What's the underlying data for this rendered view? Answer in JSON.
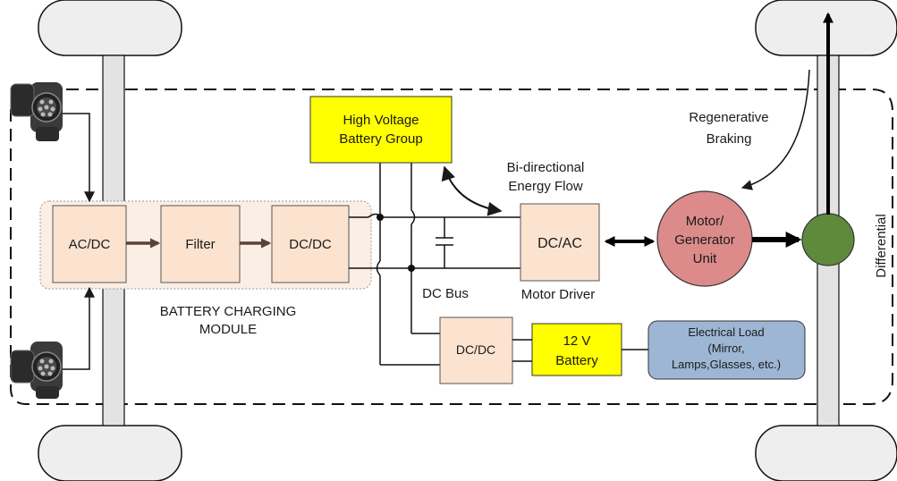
{
  "blocks": {
    "acdc": "AC/DC",
    "filter": "Filter",
    "dcdc_charger": "DC/DC",
    "hv_battery_line1": "High Voltage",
    "hv_battery_line2": "Battery Group",
    "dcac": "DC/AC",
    "motor_line1": "Motor/",
    "motor_line2": "Generator",
    "motor_line3": "Unit",
    "dcdc_aux": "DC/DC",
    "battery12_line1": "12 V",
    "battery12_line2": "Battery",
    "load_line1": "Electrical Load",
    "load_line2": "(Mirror,",
    "load_line3": "Lamps,Glasses, etc.)"
  },
  "labels": {
    "module_line1": "BATTERY CHARGING",
    "module_line2": "MODULE",
    "bidirectional_line1": "Bi-directional",
    "bidirectional_line2": "Energy Flow",
    "regen_line1": "Regenerative",
    "regen_line2": "Braking",
    "dc_bus": "DC Bus",
    "motor_driver": "Motor Driver",
    "differential": "Differential"
  },
  "colors": {
    "hv_battery": "#ffff00",
    "battery12": "#ffff00",
    "converter_fill": "#fbe3d0",
    "motor": "#dc8a8a",
    "differential": "#5f8a3c",
    "load": "#9db6d4",
    "module_bg": "#fbeee4",
    "axle": "#e3e3e3",
    "wheel": "#eeeeee"
  }
}
